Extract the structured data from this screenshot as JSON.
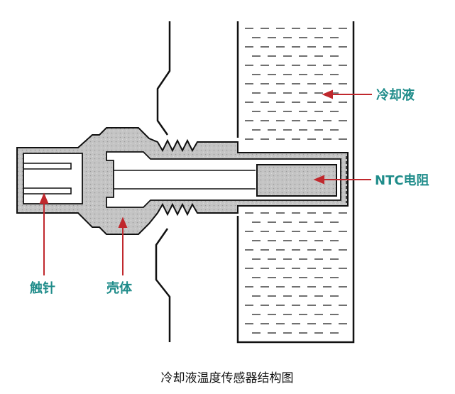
{
  "labels": {
    "coolant": "冷却液",
    "ntc": "NTC电阻",
    "pin": "触针",
    "shell": "壳体"
  },
  "caption": "冷却液温度传感器结构图",
  "colors": {
    "label_text": "#1f8c8a",
    "arrow": "#c0282d",
    "shell_fill": "#bfbfbf",
    "element_fill": "#c8c8c8",
    "outline": "#111111"
  }
}
